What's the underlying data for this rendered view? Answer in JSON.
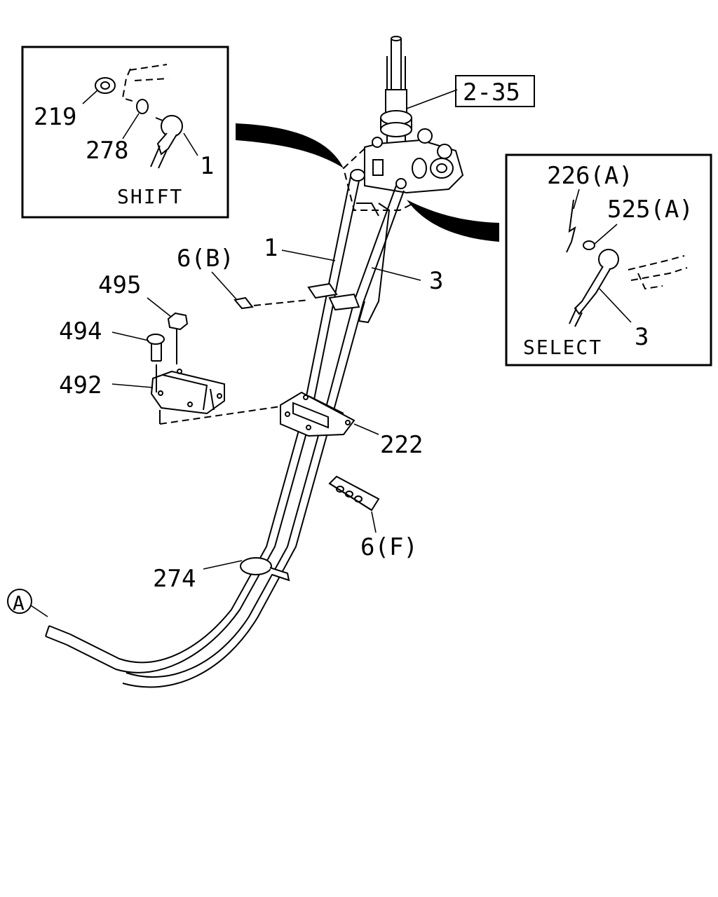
{
  "labels": {
    "ref_2_35": "2-35",
    "p219": "219",
    "p278": "278",
    "p1_inset": "1",
    "shift": "SHIFT",
    "p226a": "226(A)",
    "p525a": "525(A)",
    "p3_inset": "3",
    "select": "SELECT",
    "p1_main": "1",
    "p3_main": "3",
    "p6b": "6(B)",
    "p495": "495",
    "p494": "494",
    "p492": "492",
    "p222": "222",
    "p6f": "6(F)",
    "p274": "274",
    "ref_a": "A"
  }
}
